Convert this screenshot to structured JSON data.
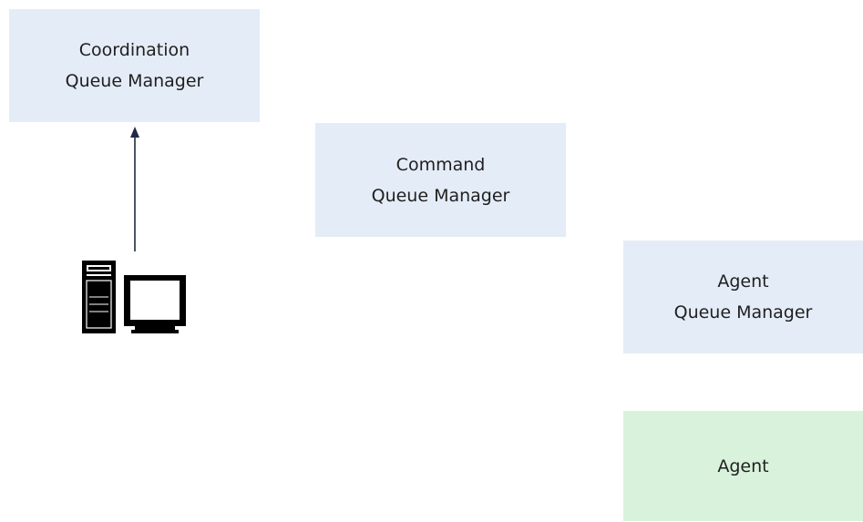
{
  "boxes": {
    "coordination": {
      "line1": "Coordination",
      "line2": "Queue Manager"
    },
    "command": {
      "line1": "Command",
      "line2": "Queue Manager"
    },
    "agent_qm": {
      "line1": "Agent",
      "line2": "Queue Manager"
    },
    "agent": {
      "label": "Agent"
    }
  },
  "icons": {
    "client": "computer-icon",
    "arrow": "arrow-up-icon"
  },
  "colors": {
    "queue_manager_fill": "#e4ecf7",
    "agent_fill": "#d9f2dc",
    "line": "#1f2a44"
  }
}
